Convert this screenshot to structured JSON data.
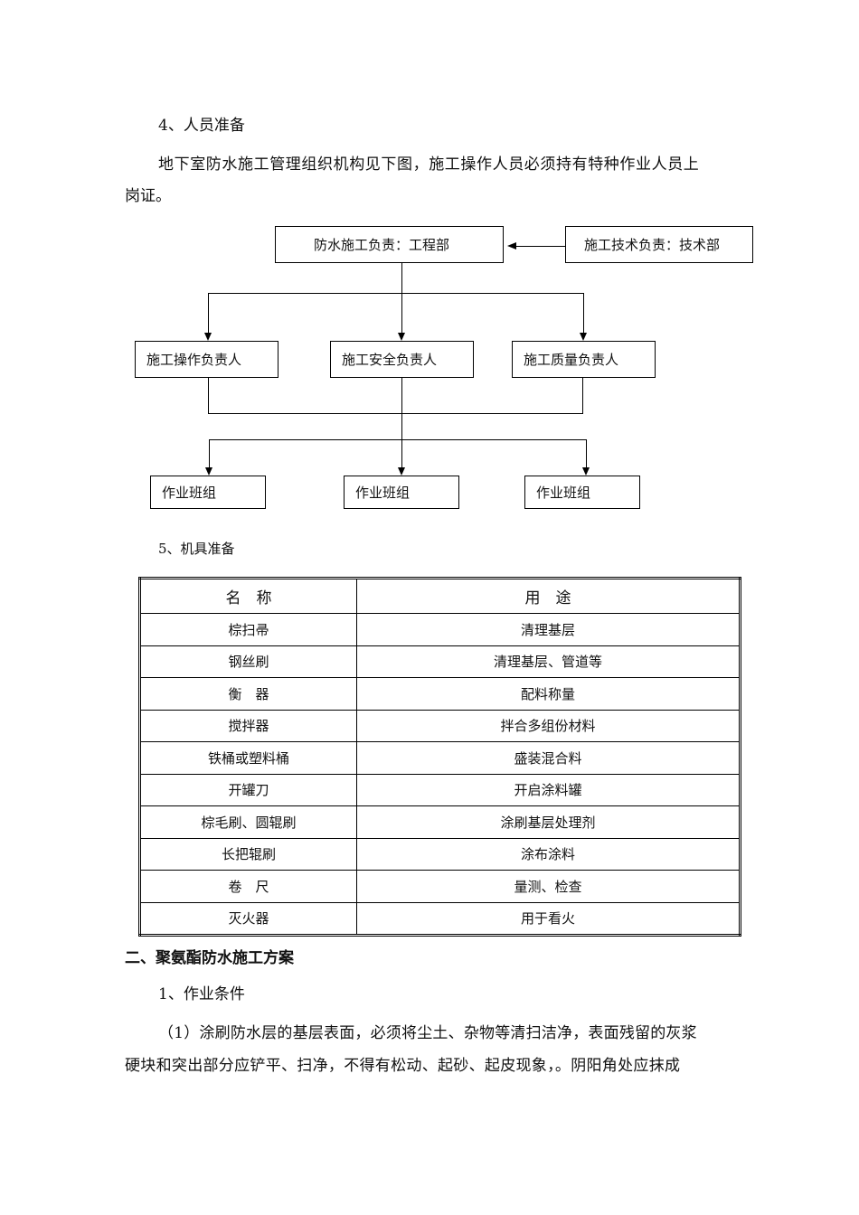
{
  "section4": {
    "title": "4、人员准备",
    "para_line1": "地下室防水施工管理组织机构见下图，施工操作人员必须持有特种作业人员上",
    "para_line2": "岗证。"
  },
  "org_chart": {
    "top": "防水施工负责：工程部",
    "tech": "施工技术负责：技术部",
    "mid": [
      "施工操作负责人",
      "施工安全负责人",
      "施工质量负责人"
    ],
    "teams": [
      "作业班组",
      "作业班组",
      "作业班组"
    ]
  },
  "section5": {
    "title": "5、机具准备",
    "table": {
      "headers": [
        "名　称",
        "用　途"
      ],
      "rows": [
        [
          "棕扫帚",
          "清理基层"
        ],
        [
          "钢丝刷",
          "清理基层、管道等"
        ],
        [
          "衡　器",
          "配料称量"
        ],
        [
          "搅拌器",
          "拌合多组份材料"
        ],
        [
          "铁桶或塑料桶",
          "盛装混合料"
        ],
        [
          "开罐刀",
          "开启涂料罐"
        ],
        [
          "棕毛刷、圆辊刷",
          "涂刷基层处理剂"
        ],
        [
          "长把辊刷",
          "涂布涂料"
        ],
        [
          "卷　尺",
          "量测、检查"
        ],
        [
          "灭火器",
          "用于看火"
        ]
      ]
    }
  },
  "part2": {
    "heading": "二、聚氨酯防水施工方案",
    "sub1": "1、作业条件",
    "para_line1": "（1）涂刷防水层的基层表面，必须将尘土、杂物等清扫洁净，表面残留的灰浆",
    "para_line2": "硬块和突出部分应铲平、扫净，不得有松动、起砂、起皮现象，。阴阳角处应抹成"
  }
}
